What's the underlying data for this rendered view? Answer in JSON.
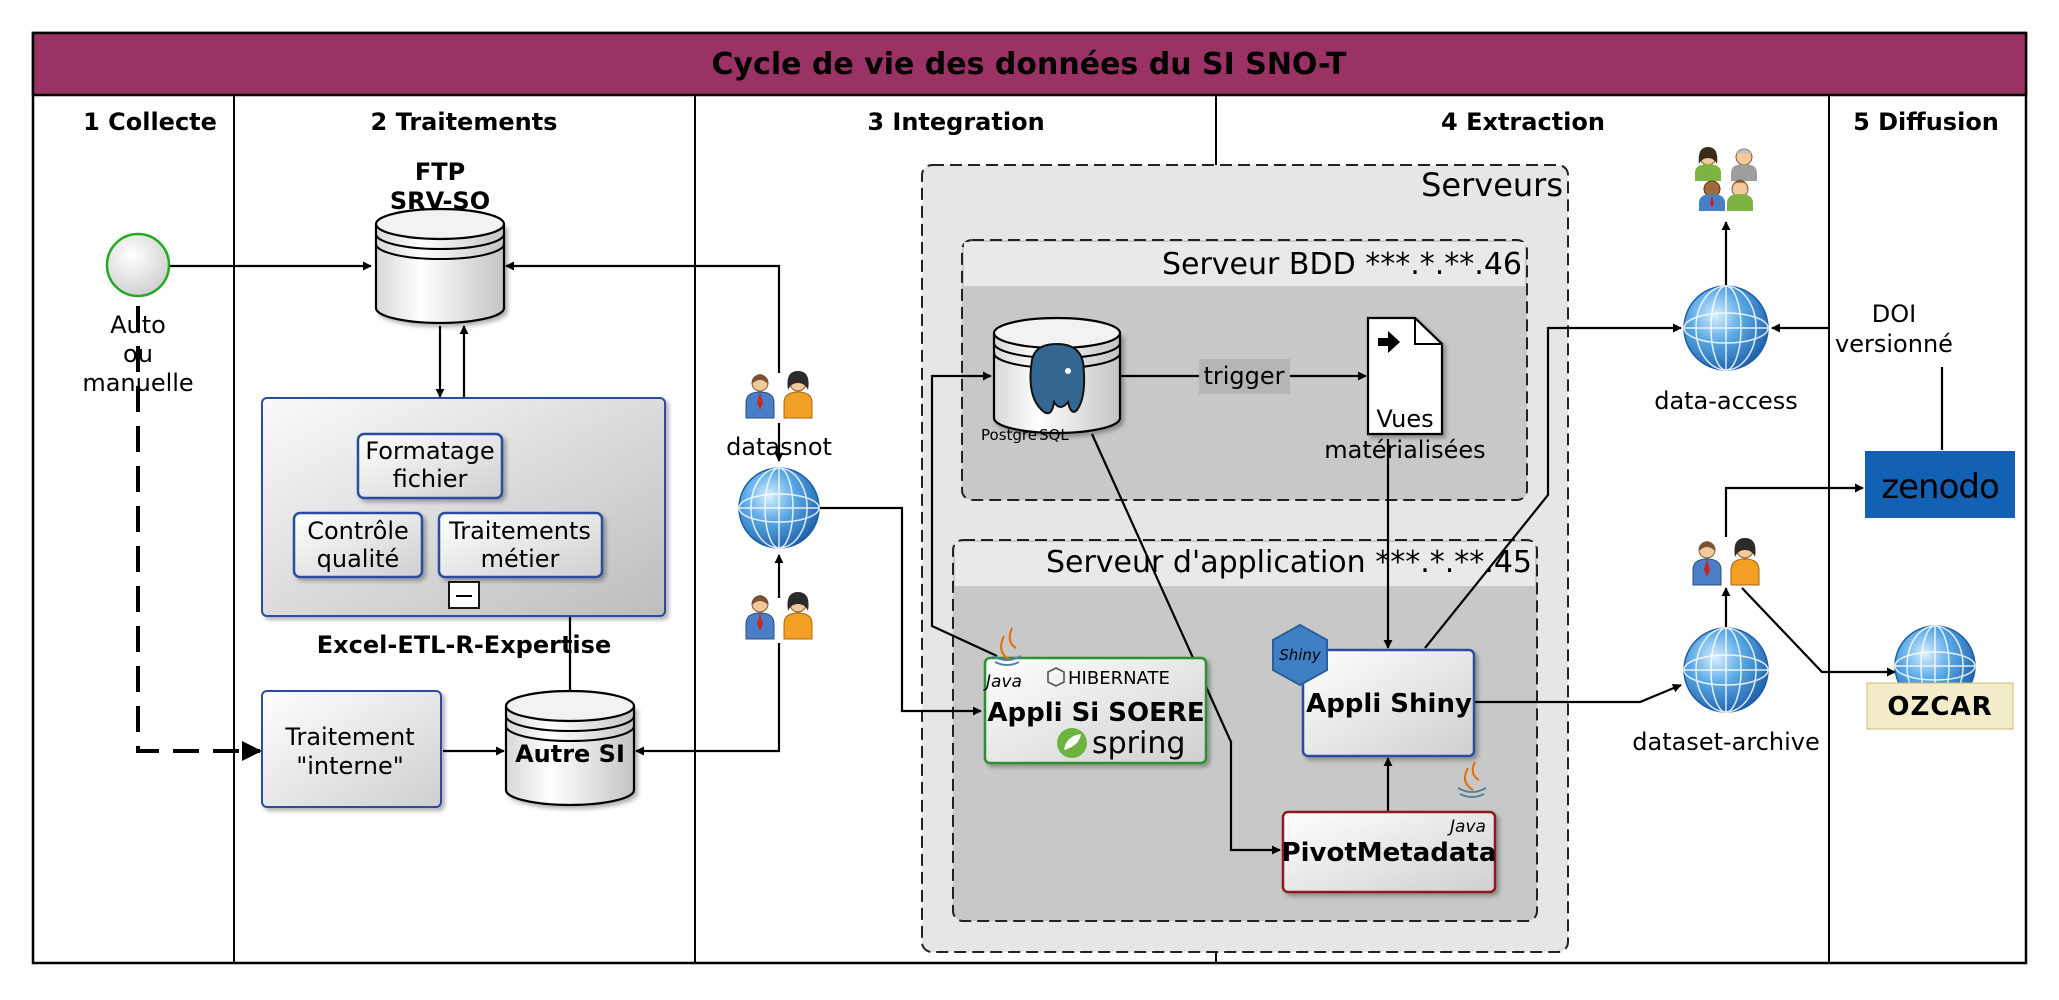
{
  "title": "Cycle de vie des données du SI SNO-T",
  "colors": {
    "title_bar": "#9a3264",
    "blue_border": "#2b4ea0",
    "green_border": "#2f8f2f",
    "red_border": "#8b1a1a",
    "zenodo": "#1261b5",
    "server_outer": "#e6e6e6",
    "server_inner": "#c8c8c8"
  },
  "phases": {
    "collecte": "1 Collecte",
    "traitements": "2 Traitements",
    "integration": "3 Integration",
    "extraction": "4 Extraction",
    "diffusion": "5 Diffusion"
  },
  "collecte": {
    "source_line1": "Auto",
    "source_line2": "ou",
    "source_line3": "manuelle"
  },
  "traitements": {
    "ftp_line1": "FTP",
    "ftp_line2": "SRV-SO",
    "formatage_line1": "Formatage",
    "formatage_line2": "fichier",
    "controle_line1": "Contrôle",
    "controle_line2": "qualité",
    "metier_line1": "Traitements",
    "metier_line2": "métier",
    "expertise_label": "Excel-ETL-R-Expertise",
    "interne_line1": "Traitement",
    "interne_line2": "\"interne\"",
    "autre_si": "Autre SI"
  },
  "integration": {
    "portal_label": "datasnot",
    "serveurs": "Serveurs",
    "serveur_bdd": "Serveur BDD ***.*.**.46",
    "serveur_app": "Serveur d'application ***.*.**.45",
    "postgres_logo_1": "Postgre",
    "postgres_logo_2": "SQL",
    "trigger": "trigger",
    "vues_line1": "Vues",
    "vues_line2": "matérialisées",
    "java_logo": "Java",
    "hibernate_logo": "HIBERNATE",
    "spring_logo": "spring",
    "appli_soere": "Appli Si SOERE",
    "shiny_logo": "Shiny",
    "appli_shiny": "Appli Shiny",
    "java_logo_2": "Java",
    "pivot": "PivotMetadata"
  },
  "extraction": {
    "data_access": "data-access",
    "dataset_archive": "dataset-archive"
  },
  "diffusion": {
    "doi_line1": "DOI",
    "doi_line2": "versionné",
    "zenodo": "zenodo",
    "ozcar": "OZCAR"
  }
}
